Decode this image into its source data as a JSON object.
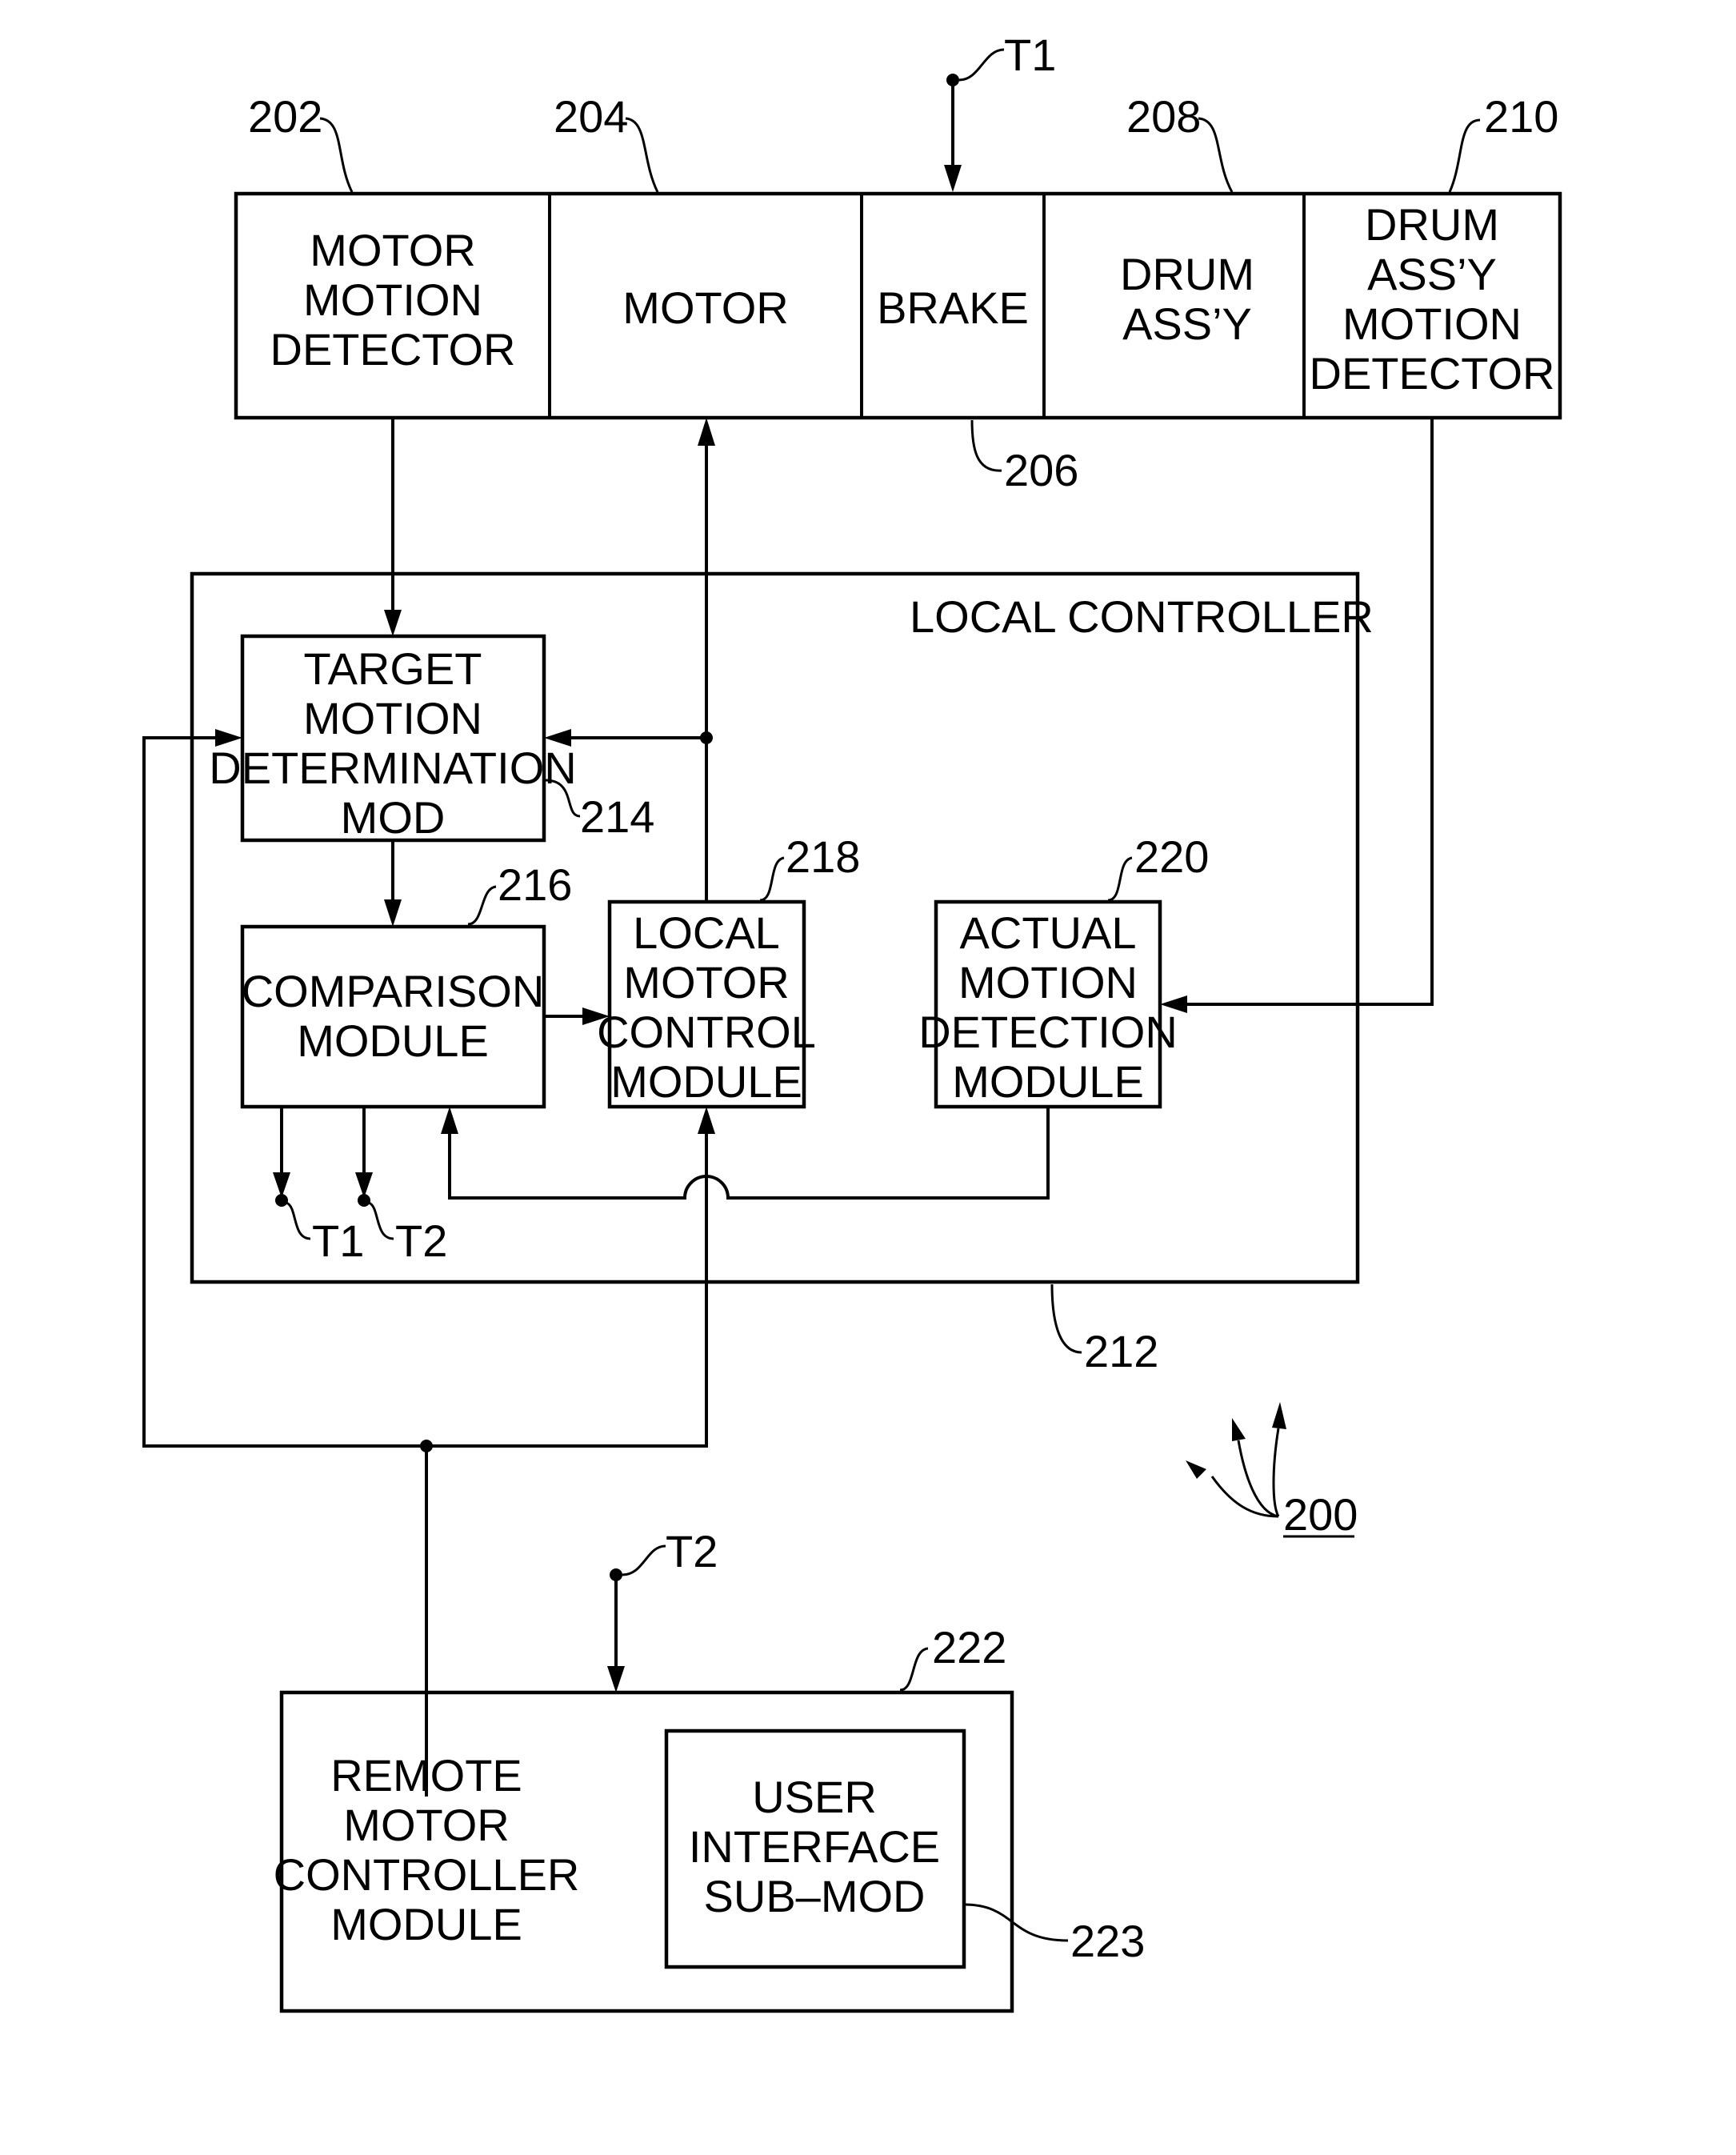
{
  "diagram": {
    "figure_ref": "200",
    "motor_assembly": {
      "motion_detector": {
        "ref": "202",
        "label": [
          "MOTOR",
          "MOTION",
          "DETECTOR"
        ]
      },
      "motor": {
        "ref": "204",
        "label": [
          "MOTOR"
        ]
      },
      "brake": {
        "ref": "206",
        "label": [
          "BRAKE"
        ]
      },
      "drum": {
        "ref": "208",
        "label": [
          "DRUM",
          "ASS’Y"
        ]
      },
      "drum_motion_detector": {
        "ref": "210",
        "label": [
          "DRUM",
          "ASS’Y",
          "MOTION",
          "DETECTOR"
        ]
      },
      "brake_input": "T1"
    },
    "local_controller": {
      "ref": "212",
      "title": "LOCAL  CONTROLLER",
      "target_motion": {
        "ref": "214",
        "label": [
          "TARGET",
          "MOTION",
          "DETERMINATION",
          "MOD"
        ]
      },
      "comparison": {
        "ref": "216",
        "label": [
          "COMPARISON",
          "MODULE"
        ]
      },
      "local_motor_control": {
        "ref": "218",
        "label": [
          "LOCAL",
          "MOTOR",
          "CONTROL",
          "MODULE"
        ]
      },
      "actual_motion": {
        "ref": "220",
        "label": [
          "ACTUAL",
          "MOTION",
          "DETECTION",
          "MODULE"
        ]
      },
      "outputs": [
        "T1",
        "T2"
      ]
    },
    "remote_controller": {
      "ref": "222",
      "label": [
        "REMOTE",
        "MOTOR",
        "CONTROLLER",
        "MODULE"
      ],
      "input": "T2",
      "ui_submodule": {
        "ref": "223",
        "label": [
          "USER",
          "INTERFACE",
          "SUB–MOD"
        ]
      }
    }
  }
}
